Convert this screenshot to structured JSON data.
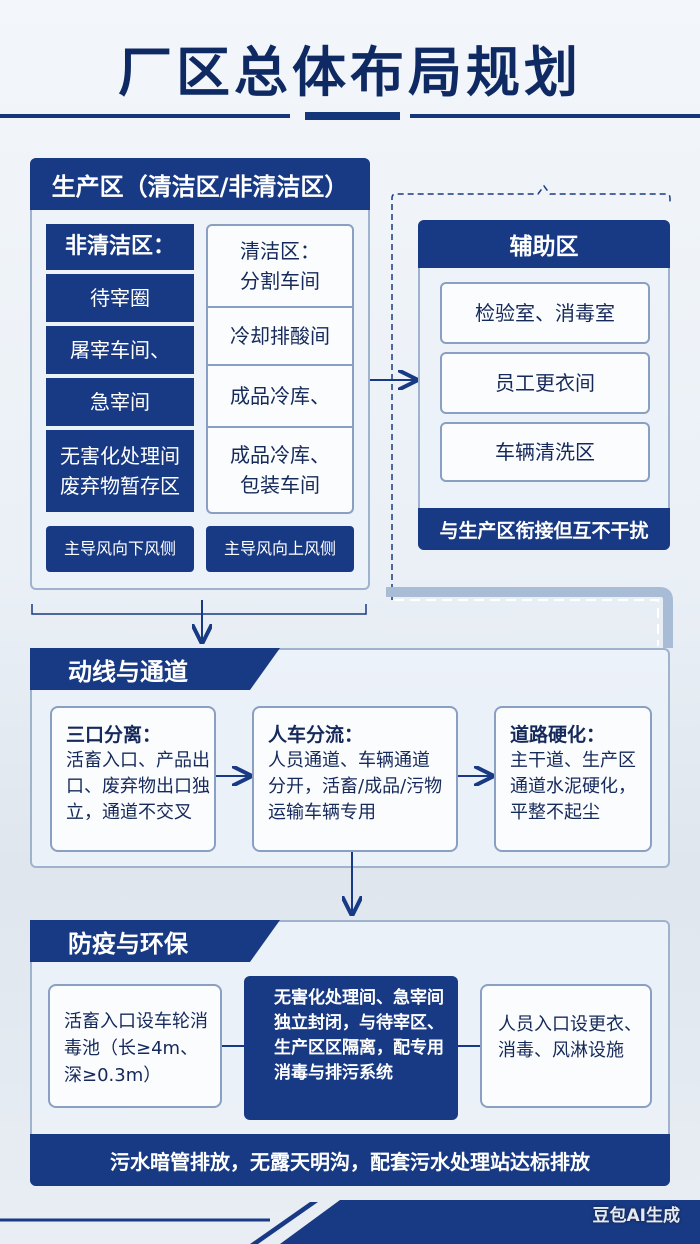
{
  "title": "厂区总体布局规划",
  "production_zone": {
    "header": "生产区（清洁区/非清洁区）",
    "unclean": {
      "title": "非清洁区：",
      "items": [
        "待宰圈",
        "屠宰车间、",
        "急宰间",
        "无害化处理间\n废弃物暂存区"
      ],
      "wind": "主导风向下风侧"
    },
    "clean": {
      "title": "清洁区：\n分割车间",
      "items": [
        "冷却排酸间",
        "成品冷库、",
        "成品冷库、\n包装车间"
      ],
      "wind": "主导风向上风侧"
    }
  },
  "auxiliary_zone": {
    "header": "辅助区",
    "items": [
      "检验室、消毒室",
      "员工更衣间",
      "车辆清洗区"
    ],
    "footer": "与生产区衔接但互不干扰"
  },
  "flow_section": {
    "header": "动线与通道",
    "cards": [
      {
        "title": "三口分离：",
        "body": "活畜入口、产品出口、废弃物出口独立，通道不交叉"
      },
      {
        "title": "人车分流：",
        "body": "人员通道、车辆通道分开，活畜/成品/污物运输车辆专用"
      },
      {
        "title": "道路硬化：",
        "body": "主干道、生产区通道水泥硬化，平整不起尘"
      }
    ]
  },
  "epidemic_section": {
    "header": "防疫与环保",
    "cards": [
      "活畜入口设车轮消毒池（长≥4m、深≥0.3m）",
      "无害化处理间、急宰间独立封闭，与待宰区、生产区区隔离，配专用消毒与排污系统",
      "人员入口设更衣、消毒、风淋设施"
    ],
    "footer": "污水暗管排放，无露天明沟，配套污水处理站达标排放"
  },
  "watermark": "豆包AI生成",
  "colors": {
    "primary": "#183a84",
    "border": "#8aa0c2",
    "background": "#eaf0f6"
  }
}
